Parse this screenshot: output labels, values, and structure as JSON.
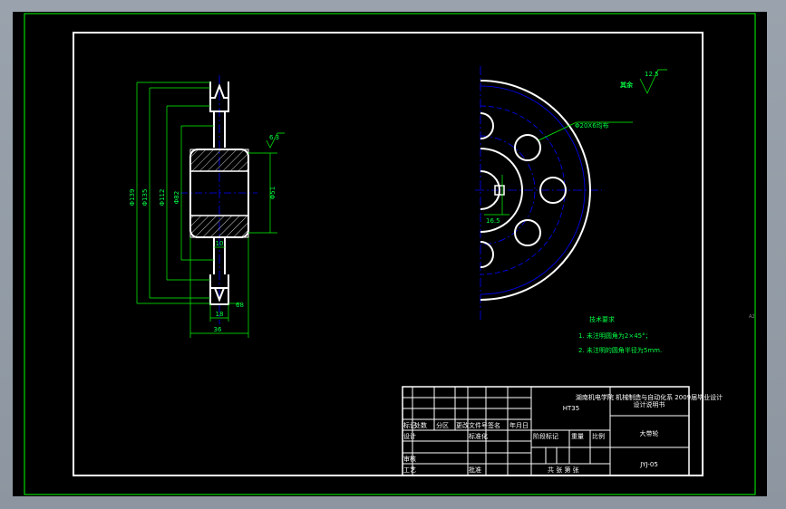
{
  "drawing": {
    "colors": {
      "background": "#000000",
      "frame_outer": "#00ff00",
      "frame_inner": "#ffffff",
      "dimension": "#00ff00",
      "centerline": "#0000ff",
      "hatch": "#ffffff",
      "text": "#00ff00"
    },
    "front_view": {
      "diameters": {
        "d1": "Φ139",
        "d2": "Φ135",
        "d3": "Φ112",
        "d4": "Φ82",
        "d5": "Φ51"
      },
      "widths": {
        "w_total": "36",
        "w_rim": "18",
        "w_groove": "10"
      },
      "roughness": "6.3",
      "angle": "68"
    },
    "side_view": {
      "holes_note": "Φ20X6均布",
      "roughness_general": "其余",
      "roughness_value": "12.5",
      "keyway_depth": "16.5"
    },
    "tech_requirements": {
      "title": "技术要求",
      "item1": "1. 未注明圆角为2×45°；",
      "item2": "2. 未注明的圆角半径为5mm."
    },
    "title_block": {
      "material": "HT35",
      "school_text_1": "湖南机电学院 机械制造与自动化系 2009届毕业设计",
      "school_text_2": "设计说明书",
      "part_name": "大带轮",
      "drawing_number": "JYJ-05",
      "row_labels": [
        "标记",
        "处数",
        "分区",
        "更改文件号",
        "签名",
        "年月日"
      ],
      "design_label": "设计",
      "std_label": "标准化",
      "stage_label": "阶段标记",
      "weight_label": "重量",
      "scale_label": "比例",
      "sheet_label": "共 张 第 张",
      "review_label": "审核",
      "process_label": "工艺",
      "approve_label": "批准"
    },
    "side_label": "A2"
  }
}
